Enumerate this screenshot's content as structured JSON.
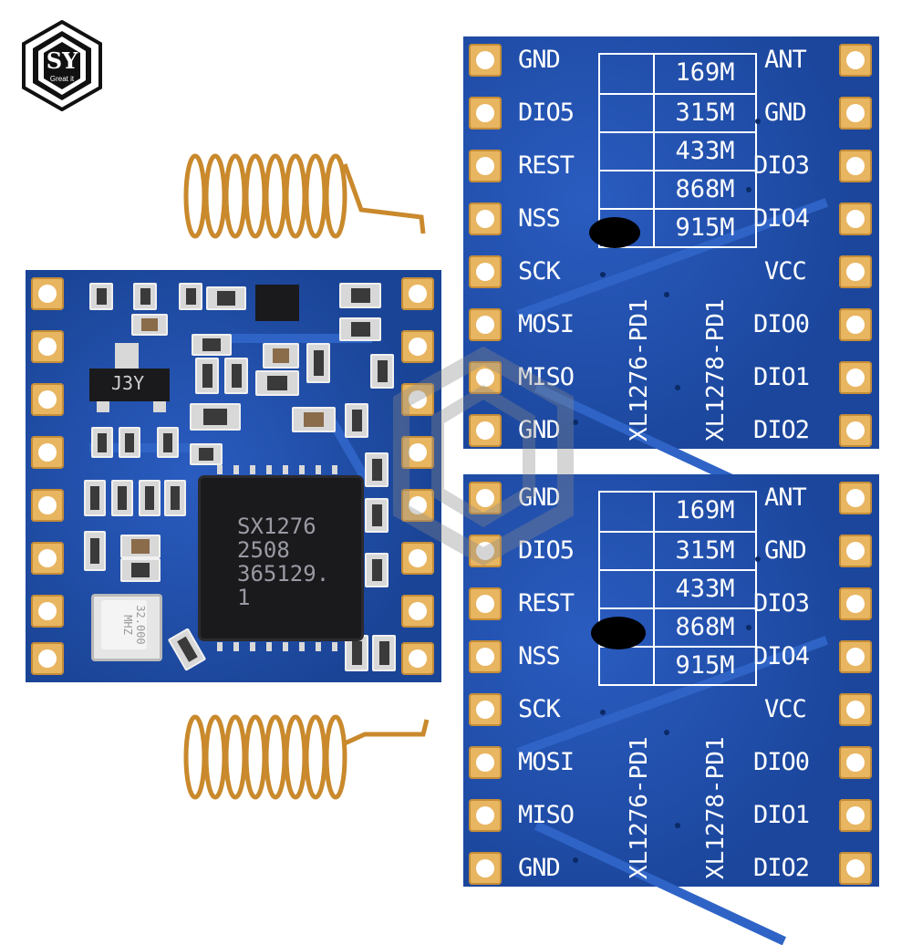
{
  "logo": {
    "letters": "SY",
    "tagline": "Great it"
  },
  "back_board": {
    "left_pins": [
      "GND",
      "DIO5",
      "REST",
      "NSS",
      "SCK",
      "MOSI",
      "MISO",
      "GND"
    ],
    "right_pins": [
      "ANT",
      "GND",
      "DIO3",
      "DIO4",
      "VCC",
      "DIO0",
      "DIO1",
      "DIO2"
    ],
    "frequencies": [
      "169M",
      "315M",
      "433M",
      "868M",
      "915M"
    ],
    "model_labels": [
      "XL1276-PD1",
      "XL1278-PD1"
    ]
  },
  "front_board": {
    "chip_lines": [
      "SX1276",
      "2508",
      "365129.",
      "1"
    ],
    "regulator_label": "J3Y",
    "crystal_label": "32.000 MHZ"
  },
  "colors": {
    "pcb_blue": "#1e4ea8",
    "pad_gold": "#e8b560",
    "copper_coil": "#c9892c",
    "chip_black": "#1a1a1d"
  }
}
